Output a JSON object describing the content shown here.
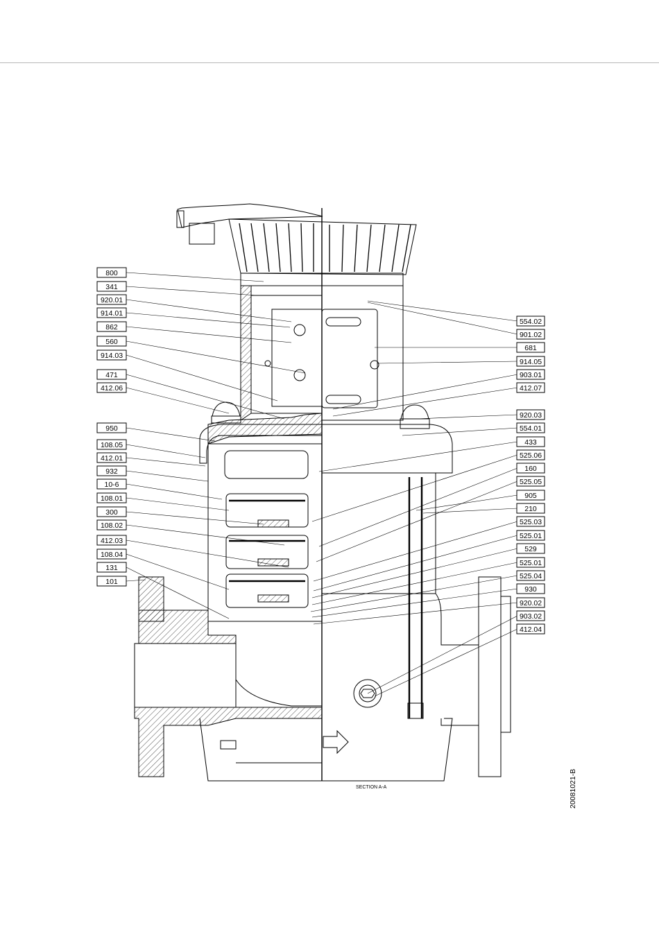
{
  "left_callouts": [
    "800",
    "341",
    "920.01",
    "914.01",
    "862",
    "560",
    "914.03",
    "471",
    "412.06",
    "950",
    "108.05",
    "412.01",
    "932",
    "10-6",
    "108.01",
    "300",
    "108.02",
    "412.03",
    "108.04",
    "131",
    "101"
  ],
  "right_callouts": [
    "554.02",
    "901.02",
    "681",
    "914.05",
    "903.01",
    "412.07",
    "920.03",
    "554.01",
    "433",
    "525.06",
    "160",
    "525.05",
    "905",
    "210",
    "525.03",
    "525.01",
    "529",
    "525.01",
    "525.04",
    "930",
    "920.02",
    "903.02",
    "412.04"
  ],
  "section_label": "SECTION A-A",
  "drawing_id": "20081021-B"
}
